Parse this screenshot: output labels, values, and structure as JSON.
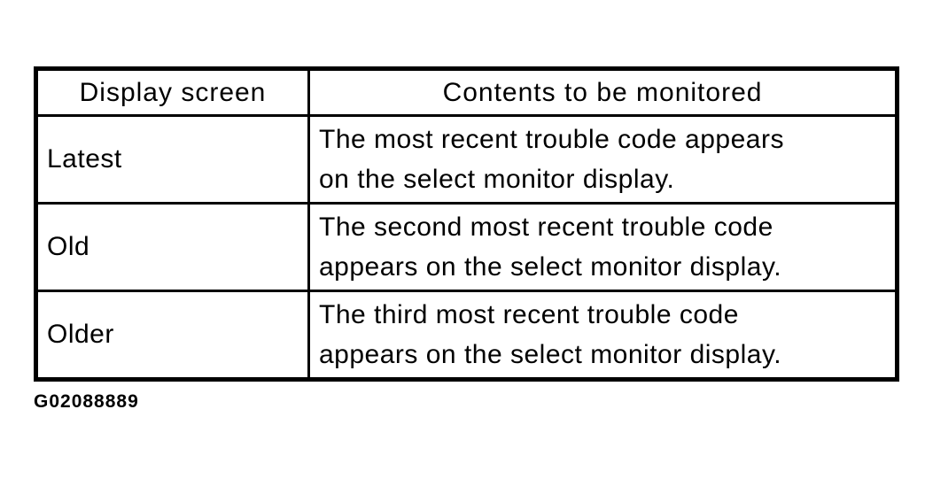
{
  "page": {
    "background": "#ffffff"
  },
  "colors": {
    "border": "#000000",
    "text": "#000000",
    "background": "#ffffff"
  },
  "table": {
    "headers": [
      "Display screen",
      "Contents to be monitored"
    ],
    "rows": [
      {
        "screen": "Latest",
        "contents": "The most recent trouble code appears on the select monitor display.",
        "lines": [
          "The most recent trouble code appears",
          "on the select monitor display."
        ]
      },
      {
        "screen": "Old",
        "contents": "The second most recent trouble code appears on the select monitor display.",
        "lines": [
          "The second most recent trouble code",
          "appears on the select monitor display."
        ]
      },
      {
        "screen": "Older",
        "contents": "The third most recent trouble code appears on the select monitor display.",
        "lines": [
          "The third most recent trouble code",
          "appears on the select monitor display."
        ]
      }
    ]
  },
  "caption": "G02088889"
}
